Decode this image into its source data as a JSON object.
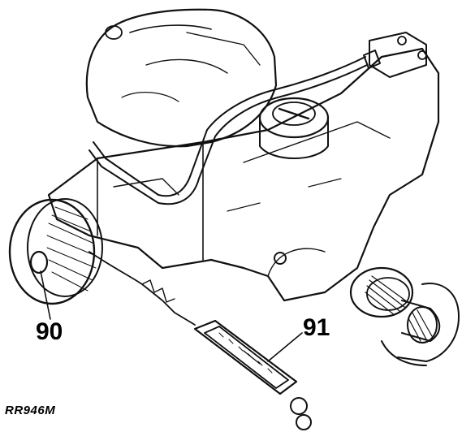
{
  "figure": {
    "callouts": [
      {
        "id": "90",
        "text": "90"
      },
      {
        "id": "91",
        "text": "91"
      }
    ],
    "reference_code": "RR946M",
    "ink_color": "#111111"
  }
}
